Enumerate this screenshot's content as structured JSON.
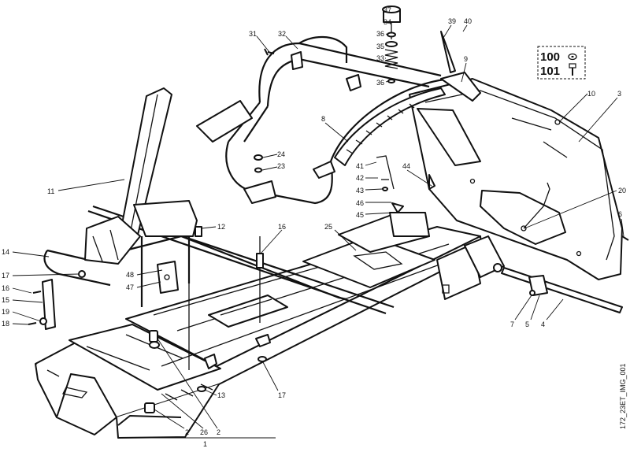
{
  "diagram": {
    "watermark": "172_23ET_IMG_001",
    "legend": [
      {
        "number": "100",
        "icon": "washer-icon"
      },
      {
        "number": "101",
        "icon": "bolt-icon"
      }
    ],
    "callouts": [
      {
        "id": "c37",
        "text": "37"
      },
      {
        "id": "c34",
        "text": "34"
      },
      {
        "id": "c36a",
        "text": "36"
      },
      {
        "id": "c35",
        "text": "35"
      },
      {
        "id": "c33",
        "text": "33"
      },
      {
        "id": "c36b",
        "text": "36"
      },
      {
        "id": "c31",
        "text": "31"
      },
      {
        "id": "c32",
        "text": "32"
      },
      {
        "id": "c39",
        "text": "39"
      },
      {
        "id": "c40",
        "text": "40"
      },
      {
        "id": "c9",
        "text": "9"
      },
      {
        "id": "c10",
        "text": "10"
      },
      {
        "id": "c3",
        "text": "3"
      },
      {
        "id": "c8",
        "text": "8"
      },
      {
        "id": "c24",
        "text": "24"
      },
      {
        "id": "c23",
        "text": "23"
      },
      {
        "id": "c11",
        "text": "11"
      },
      {
        "id": "c41",
        "text": "41"
      },
      {
        "id": "c42",
        "text": "42"
      },
      {
        "id": "c43",
        "text": "43"
      },
      {
        "id": "c44",
        "text": "44"
      },
      {
        "id": "c46",
        "text": "46"
      },
      {
        "id": "c45",
        "text": "45"
      },
      {
        "id": "c20",
        "text": "20"
      },
      {
        "id": "c12",
        "text": "12"
      },
      {
        "id": "c16a",
        "text": "16"
      },
      {
        "id": "c25",
        "text": "25"
      },
      {
        "id": "c6",
        "text": "6"
      },
      {
        "id": "c14",
        "text": "14"
      },
      {
        "id": "c17a",
        "text": "17"
      },
      {
        "id": "c48",
        "text": "48"
      },
      {
        "id": "c47",
        "text": "47"
      },
      {
        "id": "c16b",
        "text": "16"
      },
      {
        "id": "c15",
        "text": "15"
      },
      {
        "id": "c19",
        "text": "19"
      },
      {
        "id": "c18",
        "text": "18"
      },
      {
        "id": "c7",
        "text": "7"
      },
      {
        "id": "c5",
        "text": "5"
      },
      {
        "id": "c4",
        "text": "4"
      },
      {
        "id": "c13",
        "text": "13"
      },
      {
        "id": "c17b",
        "text": "17"
      },
      {
        "id": "c2a",
        "text": "2"
      },
      {
        "id": "c26",
        "text": "26"
      },
      {
        "id": "c2b",
        "text": "2"
      },
      {
        "id": "c1",
        "text": "1"
      }
    ]
  }
}
